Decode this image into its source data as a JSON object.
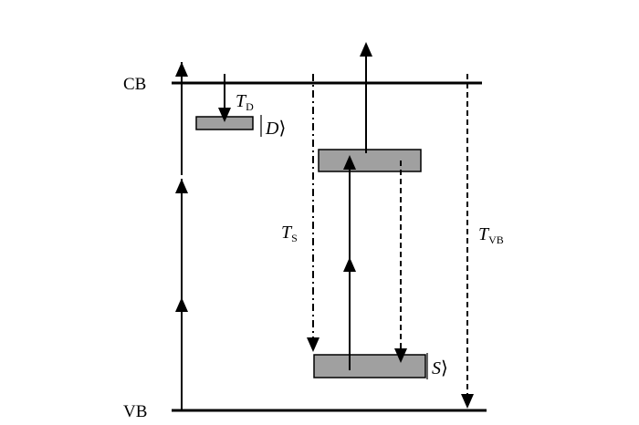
{
  "diagram": {
    "type": "energy-level-diagram",
    "bands": {
      "conduction": "CB",
      "valence": "VB"
    },
    "states": [
      {
        "id": "D",
        "label": "|D⟩",
        "symbol": "D",
        "fill": "#a0a0a0"
      },
      {
        "id": "S",
        "label": "|S⟩",
        "symbol": "S",
        "fill": "#a0a0a0"
      }
    ],
    "transitions": [
      {
        "id": "TD",
        "symbol": "T",
        "subscript": "D",
        "style": "solid",
        "direction": "down",
        "from": "CB",
        "to": "D"
      },
      {
        "id": "TS",
        "symbol": "T",
        "subscript": "S",
        "style": "dash-dot",
        "direction": "down",
        "from": "CB",
        "to": "S"
      },
      {
        "id": "TVB",
        "symbol": "T",
        "subscript": "VB",
        "style": "dashed",
        "direction": "down",
        "from": "CB",
        "to": "VB"
      },
      {
        "id": "VB-CB",
        "style": "solid",
        "direction": "up",
        "from": "VB",
        "to": "CB"
      },
      {
        "id": "S-upper",
        "style": "solid",
        "direction": "up",
        "from": "S",
        "to": "S-excited"
      },
      {
        "id": "upper-out",
        "style": "solid",
        "direction": "up",
        "from": "S-excited",
        "to": "above-CB"
      },
      {
        "id": "upper-S",
        "style": "dashed",
        "direction": "down",
        "from": "S-excited",
        "to": "S"
      }
    ],
    "colors": {
      "line": "#000000",
      "box_fill": "#a0a0a0"
    }
  }
}
